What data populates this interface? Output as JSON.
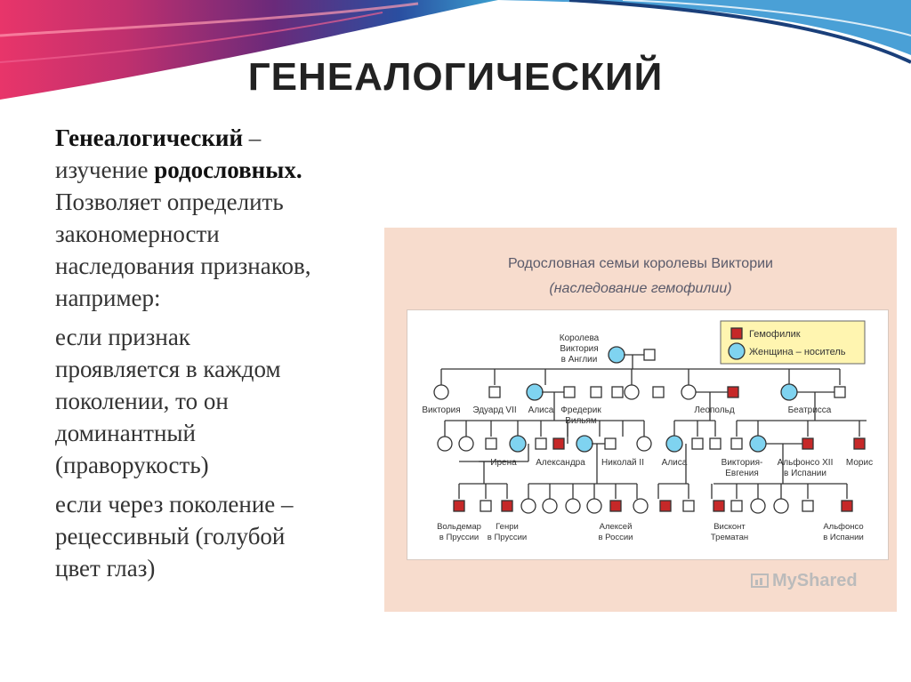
{
  "slide": {
    "title": "ГЕНЕАЛОГИЧЕСКИЙ",
    "def_term": "Генеалогический",
    "def_rest": " –",
    "def_line2_a": "изучение ",
    "def_line2_b": "родословных.",
    "lines_1": [
      "Позволяет определить",
      "закономерности",
      "наследования признаков,",
      "например:"
    ],
    "lines_2": [
      "если признак",
      "проявляется в каждом",
      "поколении, то он",
      "доминантный",
      "(праворукость)"
    ],
    "lines_3": [
      "если через поколение –",
      "рецессивный (голубой",
      "цвет глаз)"
    ]
  },
  "figure": {
    "title": "Родословная семьи королевы Виктории",
    "subtitle": "(наследование гемофилии)",
    "legend": {
      "hemophiliac": "Гемофилик",
      "carrier": "Женщина – носитель"
    },
    "colors": {
      "hemophiliac": "#c62828",
      "carrier": "#7fd3f0",
      "line": "#333333"
    },
    "labels": {
      "queen": [
        "Королева",
        "Виктория",
        "в Англии"
      ],
      "victoria": "Виктория",
      "edward": "Эдуард VII",
      "alice1": "Алиса",
      "frederick": [
        "Фредерик",
        "Вильям"
      ],
      "leopold": "Леопольд",
      "beatrice": "Беатрисса",
      "irene": "Ирена",
      "alexandra": "Александра",
      "nicholas": "Николай II",
      "alice2": "Алиса",
      "victoria_eugenie": [
        "Виктория-",
        "Евгения"
      ],
      "alfonso12": [
        "Альфонсо XII",
        "в Испании"
      ],
      "maurice": "Морис",
      "waldemar": [
        "Вольдемар",
        "в Пруссии"
      ],
      "henry": [
        "Генри",
        "в Пруссии"
      ],
      "alexei": [
        "Алексей",
        "в России"
      ],
      "viscount": [
        "Висконт",
        "Трематан"
      ],
      "alfonso_spain": [
        "Альфонсо",
        "в Испании"
      ]
    },
    "watermark": "MyShared"
  }
}
